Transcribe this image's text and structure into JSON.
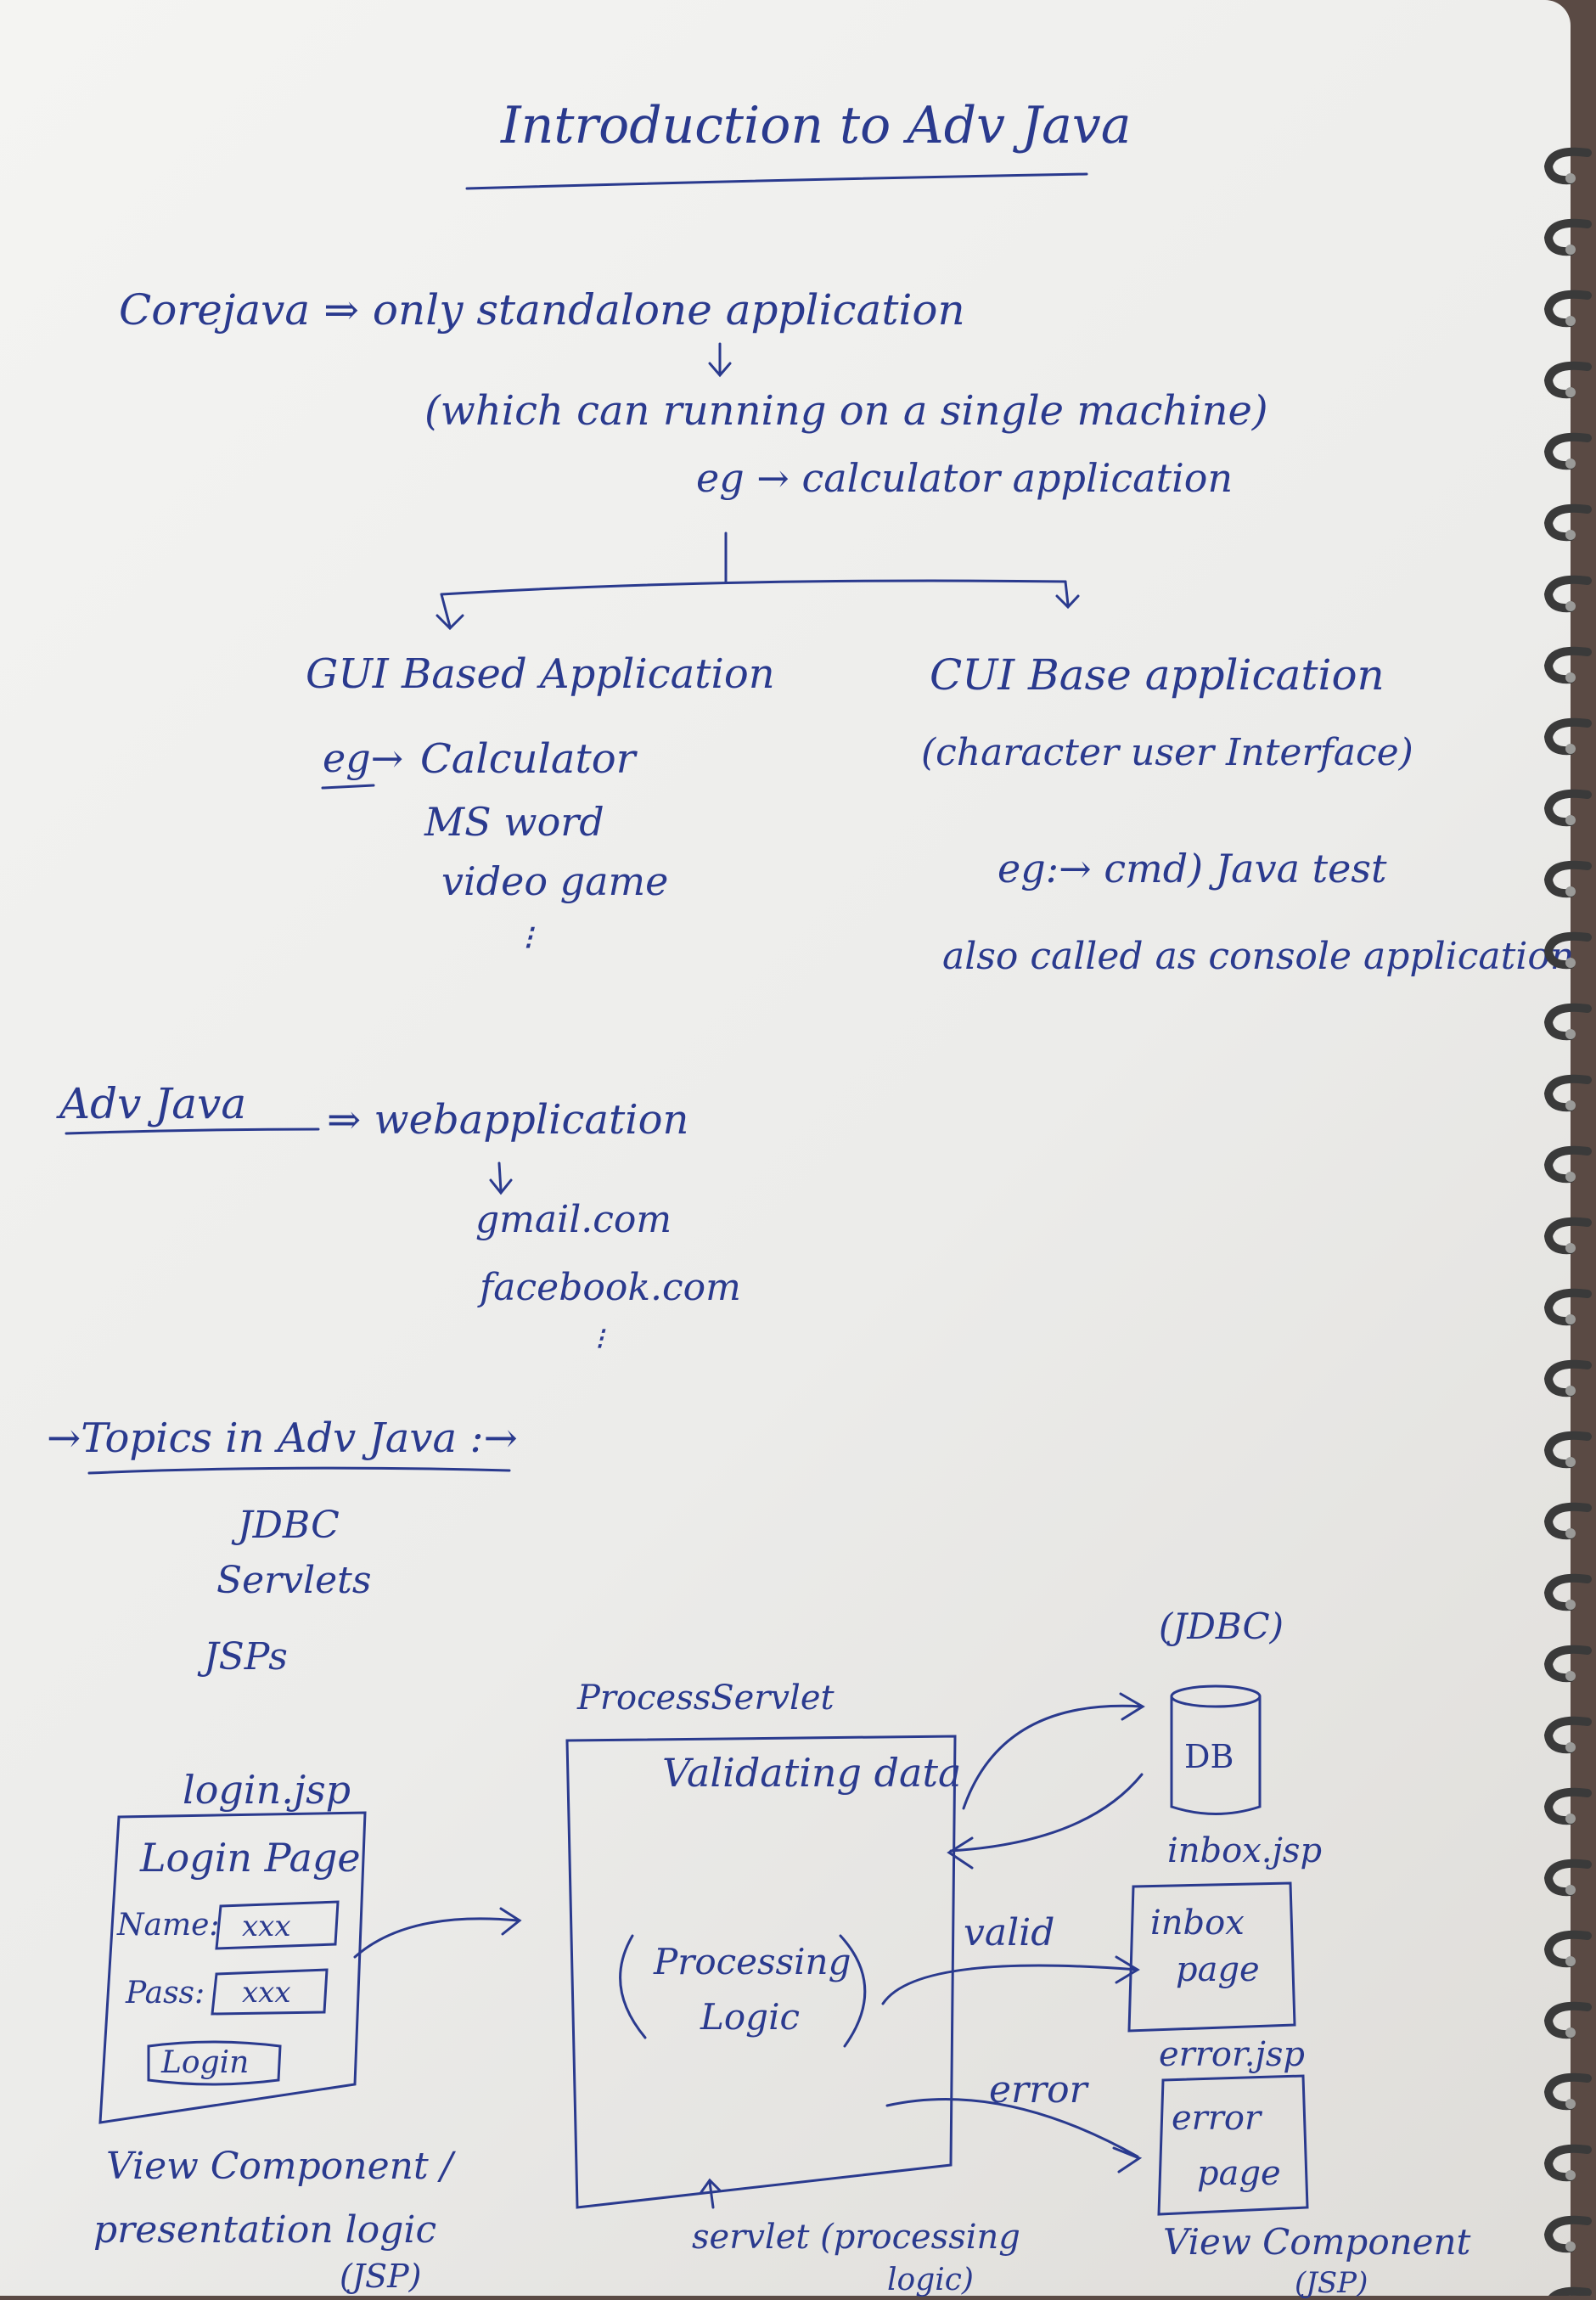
{
  "title": "Introduction to Adv Java",
  "core": {
    "line1": "Corejava ⇒ only standalone application",
    "line2": "(which can running on a single machine)",
    "line3": "eg → calculator application"
  },
  "gui": {
    "heading": "GUI Based Application",
    "eg_prefix": "eg→",
    "items": [
      "Calculator",
      "MS word",
      "video game"
    ],
    "ellipsis": "⁝"
  },
  "cui": {
    "heading": "CUI Base application",
    "sub": "(character user Interface)",
    "eg": "eg:→ cmd) Java test",
    "note": "also called as console application"
  },
  "adv": {
    "heading": "Adv Java",
    "arrow_text": "⇒ webapplication",
    "items": [
      "gmail.com",
      "facebook.com"
    ],
    "ellipsis": "⁝"
  },
  "topics": {
    "heading": "→Topics in Adv Java :→",
    "items": [
      "JDBC",
      "Servlets",
      "JSPs"
    ]
  },
  "diagram": {
    "login_file": "login.jsp",
    "login_title": "Login Page",
    "name_label": "Name:",
    "name_value": "xxx",
    "pass_label": "Pass:",
    "pass_value": "xxx",
    "login_button": "Login",
    "view_caption_1": "View Component /",
    "view_caption_2": "presentation logic",
    "view_caption_3": "(JSP)",
    "servlet_label": "ProcessServlet",
    "validating": "Validating data",
    "processing_1": "Processing",
    "processing_2": "Logic",
    "servlet_caption_1": "servlet (processing",
    "servlet_caption_2": "logic)",
    "jdbc_label": "(JDBC)",
    "db_label": "DB",
    "valid_label": "valid",
    "error_label": "error",
    "inbox_file": "inbox.jsp",
    "inbox_1": "inbox",
    "inbox_2": "page",
    "error_file": "error.jsp",
    "error_1": "error",
    "error_2": "page",
    "view_caption_right_1": "View Component",
    "view_caption_right_2": "(JSP)"
  },
  "colors": {
    "ink": "#2a3a8e",
    "paper": "#f0f0ee",
    "spiral": "#3a3a3a"
  }
}
